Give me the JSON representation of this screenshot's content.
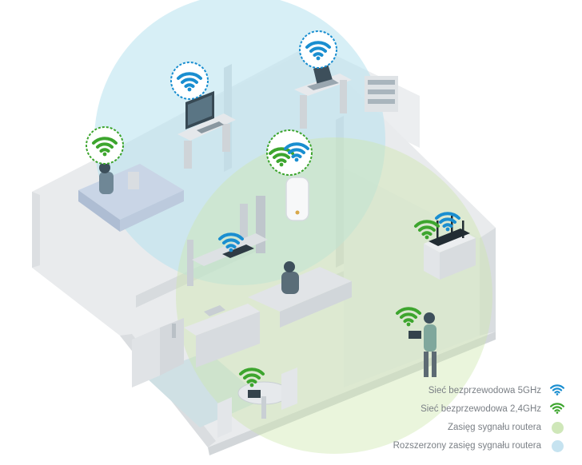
{
  "colors": {
    "wifi_5ghz": "#1a8ed0",
    "wifi_24ghz": "#3da52e",
    "router_range": "#d6ecc4",
    "extended_range": "#c4e3f1",
    "wall": "#d4d8db",
    "floor": "#e9ebed"
  },
  "icons": {
    "wifi_5ghz": "wifi-icon",
    "wifi_24ghz": "wifi-icon"
  },
  "legend": {
    "items": [
      {
        "label": "Sieć bezprzewodowa 5GHz",
        "symbol": "wifi-icon",
        "color": "#1a8ed0"
      },
      {
        "label": "Sieć bezprzewodowa 2,4GHz",
        "symbol": "wifi-icon",
        "color": "#3da52e"
      },
      {
        "label": "Zasięg sygnału routera",
        "symbol": "circle",
        "color": "#cfe7b9"
      },
      {
        "label": "Rozszerzony zasięg sygnału routera",
        "symbol": "circle",
        "color": "#c6e3f0"
      }
    ]
  }
}
